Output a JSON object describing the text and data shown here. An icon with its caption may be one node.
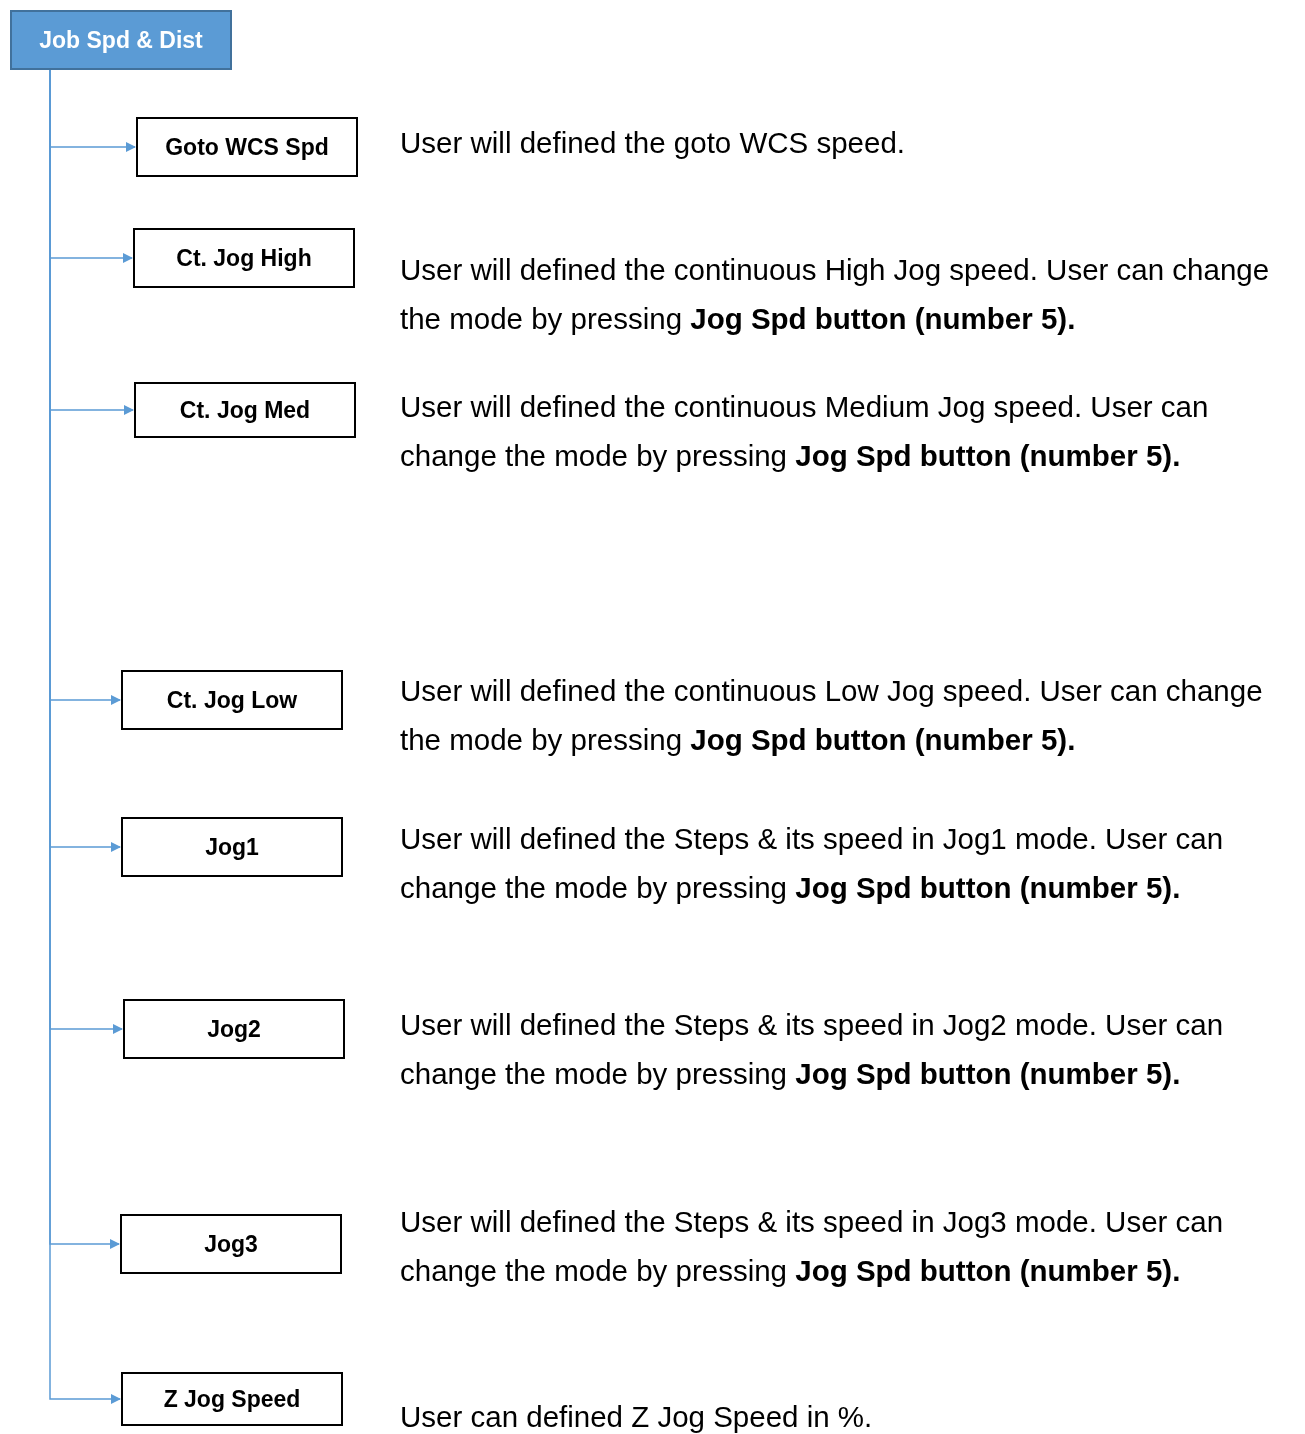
{
  "diagram": {
    "nodes": [
      {
        "text": [
          "Job Spd & Dist"
        ]
      },
      {
        "text": [
          "Goto WCS Spd"
        ],
        "beside": [
          "User will defined the goto WCS speed."
        ]
      },
      {
        "text": [
          "Ct. Jog High"
        ],
        "beside": [
          "User will defined the continuous High Jog speed. User can change the mode   by pressing **Jog Spd button (number 5).**"
        ]
      },
      {
        "text": [
          "Ct. Jog Med"
        ],
        "beside": [
          "User will defined the continuous Medium Jog speed. User can change the mode by pressing **Jog Spd button (number 5).**"
        ]
      },
      {
        "text": [
          "Ct. Jog Low"
        ],
        "beside": [
          "User will defined the continuous Low Jog speed. User can change the mode by pressing **Jog Spd button (number 5).**"
        ]
      },
      {
        "text": [
          "Jog1"
        ],
        "beside": [
          "User will defined the Steps & its speed in Jog1 mode. User can change the mode by pressing **Jog Spd button (number 5).**"
        ]
      },
      {
        "text": [
          "Jog2"
        ],
        "beside": [
          "User will defined the Steps & its speed in Jog2 mode. User can change the mode by pressing **Jog Spd button (number 5).**"
        ]
      },
      {
        "text": [
          "Jog3"
        ],
        "beside": [
          "User will defined the Steps & its speed in Jog3 mode. User can change the mode by pressing **Jog Spd button (number 5).**"
        ]
      },
      {
        "text": [
          "Z Jog Speed"
        ],
        "beside": [
          "User can defined Z Jog Speed in %."
        ]
      }
    ],
    "edges": [
      {
        "from": 0,
        "to": 1,
        "arrow": "to"
      },
      {
        "from": 0,
        "to": 2,
        "arrow": "to"
      },
      {
        "from": 0,
        "to": 3,
        "arrow": "to"
      },
      {
        "from": 0,
        "to": 4,
        "arrow": "to"
      },
      {
        "from": 0,
        "to": 5,
        "arrow": "to"
      },
      {
        "from": 0,
        "to": 6,
        "arrow": "to"
      },
      {
        "from": 0,
        "to": 7,
        "arrow": "to"
      },
      {
        "from": 0,
        "to": 8,
        "arrow": "to"
      }
    ]
  }
}
